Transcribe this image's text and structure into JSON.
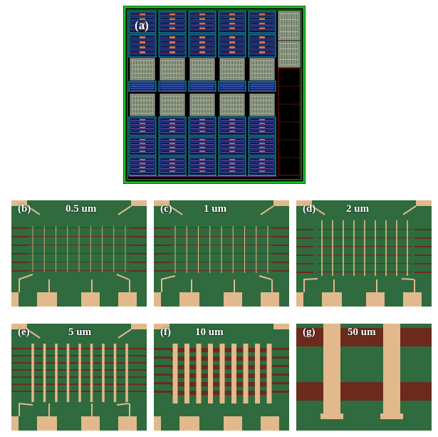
{
  "panels": {
    "a": {
      "label": "(a)"
    },
    "b": {
      "label": "(b)",
      "scale": "0.5 um"
    },
    "c": {
      "label": "(c)",
      "scale": "1 um"
    },
    "d": {
      "label": "(d)",
      "scale": "2 um"
    },
    "e": {
      "label": "(e)",
      "scale": "5 um"
    },
    "f": {
      "label": "(f)",
      "scale": "10 um"
    },
    "g": {
      "label": "(g)",
      "scale": "50 um"
    }
  },
  "colors": {
    "substrate": "#2f6b3e",
    "pad": "#e2b98c",
    "line_dark": "#6b2a1c",
    "chip_bg": "#000000",
    "chip_border": "#1fbf2a",
    "cyan": "#2fd4e8",
    "orange": "#e07a2a",
    "magenta": "#c040c0"
  }
}
